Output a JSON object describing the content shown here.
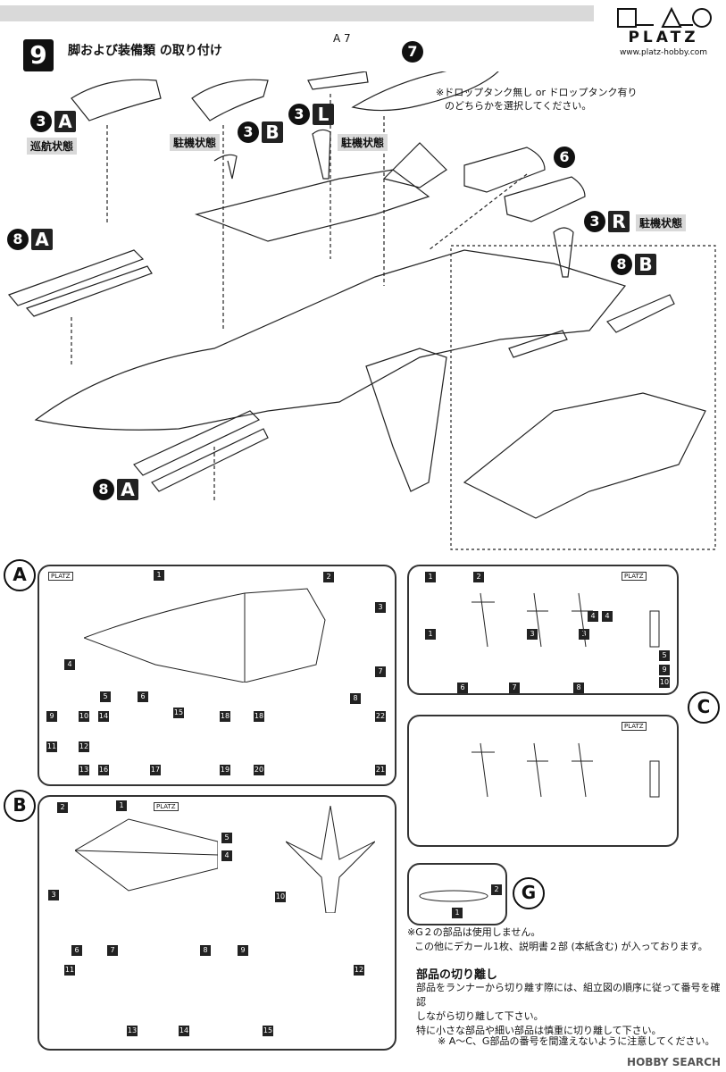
{
  "header": {
    "brand": "PLATZ",
    "url": "www.platz-hobby.com"
  },
  "step": {
    "number": "9",
    "title": "脚および装備類 の取り付け"
  },
  "callouts": {
    "a7": "A 7",
    "p7": "7",
    "p6": "6",
    "p3a_num": "3",
    "p3a_box": "A",
    "p3a_state": "巡航状態",
    "p3b_num": "3",
    "p3b_box": "B",
    "p3b_state": "駐機状態",
    "p3l_num": "3",
    "p3l_box": "L",
    "p3l_state": "駐機状態",
    "p3r_num": "3",
    "p3r_box": "R",
    "p3r_state": "駐機状態",
    "p8a_top_num": "8",
    "p8a_top_box": "A",
    "p8a_bot_num": "8",
    "p8a_bot_box": "A",
    "p8b_num": "8",
    "p8b_box": "B"
  },
  "drop_tank_note": {
    "line1": "※ドロップタンク無し or ドロップタンク有り",
    "line2": "のどちらかを選択してください。"
  },
  "runners": {
    "A": {
      "label": "A",
      "mini": "PLATZ",
      "parts": [
        "1",
        "2",
        "3",
        "4",
        "5",
        "6",
        "7",
        "8",
        "9",
        "10",
        "11",
        "12",
        "13",
        "14",
        "15",
        "16",
        "17",
        "18",
        "18",
        "19",
        "20",
        "21",
        "22"
      ]
    },
    "B": {
      "label": "B",
      "mini": "PLATZ",
      "parts": [
        "1",
        "2",
        "3",
        "4",
        "5",
        "6",
        "7",
        "8",
        "9",
        "10",
        "11",
        "12",
        "13",
        "14",
        "15"
      ]
    },
    "C": {
      "label": "C",
      "mini": "PLATZ",
      "parts": [
        "1",
        "1",
        "2",
        "3",
        "3",
        "4",
        "4",
        "5",
        "6",
        "7",
        "8",
        "9",
        "10"
      ]
    },
    "G": {
      "label": "G",
      "mini": "",
      "parts": [
        "1",
        "2"
      ]
    }
  },
  "notes": {
    "g2_line1": "※G２の部品は使用しません。",
    "g2_line2": "この他にデカール1枚、説明書２部 (本紙含む) が入っております。",
    "cut_heading": "部品の切り離し",
    "cut_line1": "部品をランナーから切り離す際には、組立図の順序に従って番号を確認",
    "cut_line2": "しながら切り離して下さい。",
    "cut_line3": "特に小さな部品や細い部品は慎重に切り離して下さい。",
    "final": "※ A～C、G部品の番号を間違えないように注意してください。"
  },
  "watermark": "HOBBY SEARCH"
}
